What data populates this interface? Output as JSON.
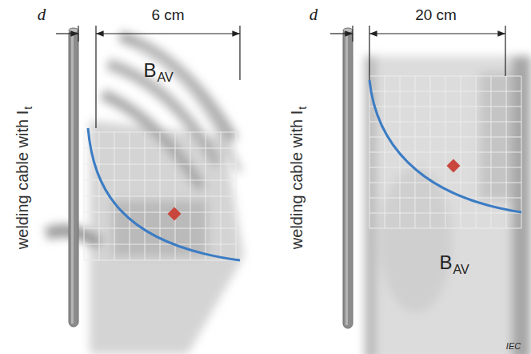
{
  "diagram": {
    "labels": [
      "d",
      "6 cm",
      "B",
      "AV",
      "welding cable with I",
      "t",
      "d",
      "20 cm",
      "B",
      "AV",
      "welding cable with I",
      "t",
      "IEC"
    ]
  }
}
